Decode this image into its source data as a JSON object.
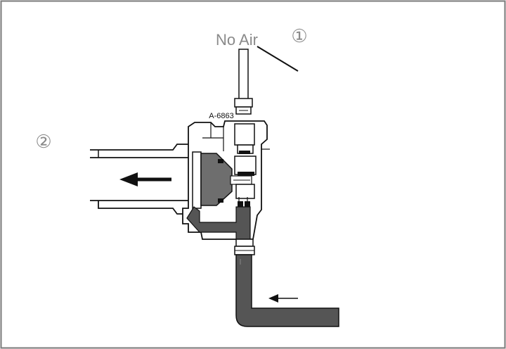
{
  "labels": {
    "no_air": "No Air",
    "part_number": "A-6863",
    "callout_1": "①",
    "callout_2": "②"
  },
  "colors": {
    "outline": "#111111",
    "hose_fill": "#555555",
    "diaphragm_fill": "#6e6e6e",
    "label_gray": "#8a8a8a",
    "border": "#7a7a7a"
  }
}
